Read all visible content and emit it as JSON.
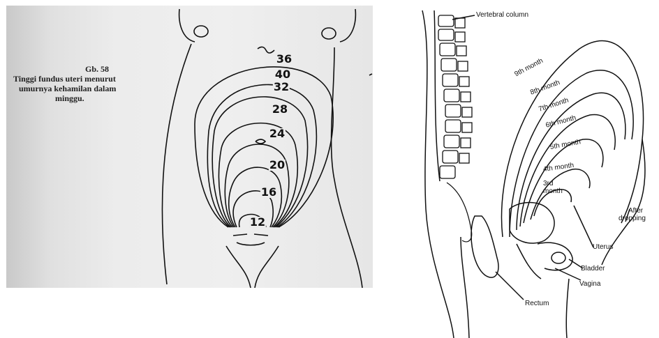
{
  "left_figure": {
    "caption_number": "Gb. 58",
    "caption_lines": [
      "Tinggi fundus uteri menurut",
      "umurnya kehamilan dalam",
      "minggu."
    ],
    "week_labels": [
      "36",
      "40",
      "32",
      "28",
      "24",
      "20",
      "16",
      "12"
    ]
  },
  "right_figure": {
    "vertebral_column": "Vertebral column",
    "months": [
      "9th month",
      "8th month",
      "7th month",
      "6th month",
      "5th month",
      "4th month",
      "3rd",
      "month"
    ],
    "after_dropping": [
      "After",
      "dropping"
    ],
    "uterus": "Uterus",
    "bladder": "Bladder",
    "vagina": "Vagina",
    "rectum": "Rectum"
  },
  "colors": {
    "line": "#111111",
    "left_bg": "#ececec",
    "right_bg": "#ffffff"
  }
}
